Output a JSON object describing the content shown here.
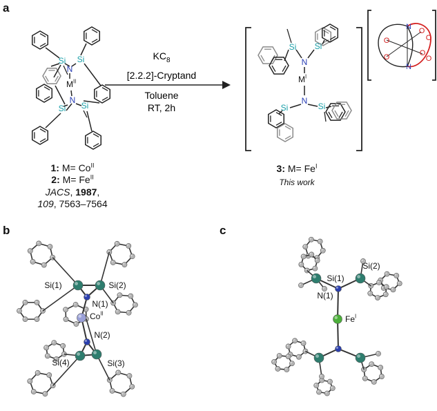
{
  "panels": {
    "a": "a",
    "b": "b",
    "c": "c"
  },
  "scheme": {
    "reagent_kc": "KC",
    "reagent_kc_sub": "8",
    "reagent_cryptand": "[2.2.2]-Cryptand",
    "solvent": "Toluene",
    "conditions": "RT, 2h",
    "atom_si": "Si",
    "atom_n": "N",
    "atom_m": "M",
    "ox_ii": "II",
    "ox_i": "I",
    "atom_o": "O",
    "compound1_num": "1:",
    "compound1_text": " M= Co",
    "compound1_ox": "II",
    "compound2_num": "2:",
    "compound2_text": " M= Fe",
    "compound2_ox": "II",
    "ref_journal": "JACS",
    "ref_year": "1987",
    "ref_vol": "109",
    "ref_pages": ", 7563–7564",
    "compound3_num": "3:",
    "compound3_text": " M= Fe",
    "compound3_ox": "I",
    "this_work": "This work"
  },
  "crystal_b": {
    "si1": "Si(1)",
    "si2": "Si(2)",
    "si3": "Si(3)",
    "si4": "Si(4)",
    "n1": "N(1)",
    "n2": "N(2)",
    "co": "Co",
    "co_ox": "II"
  },
  "crystal_c": {
    "si1": "Si(1)",
    "si2": "Si(2)",
    "n1": "N(1)",
    "fe": "Fe",
    "fe_ox": "I"
  },
  "colors": {
    "bond": "#222222",
    "si_text": "#1a9fa8",
    "n_text": "#2a3fb5",
    "o_text": "#d42020",
    "si_atom": "#2e7d6e",
    "n_atom": "#2b3fae",
    "co_atom": "#9aa0d8",
    "fe_atom": "#4caf3a",
    "c_atom": "#b4b4b4",
    "gray_ring": "#8a8a8a"
  }
}
